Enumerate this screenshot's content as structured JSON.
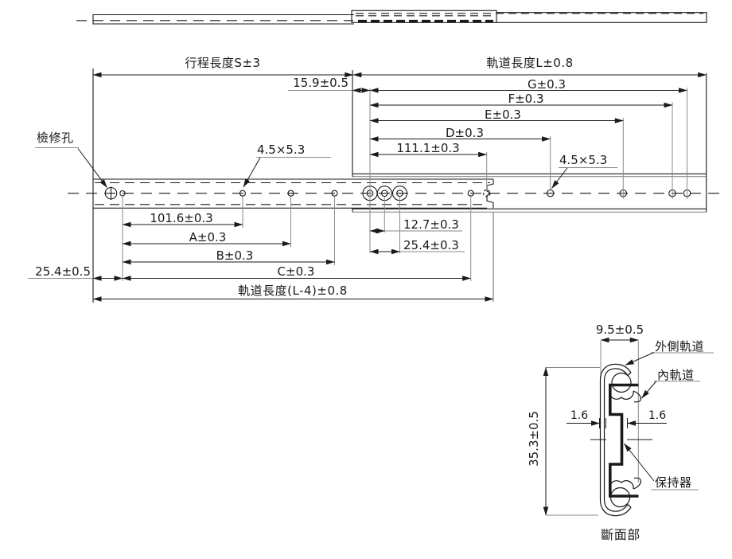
{
  "drawing": {
    "top_dims": {
      "stroke_length": "行程長度S±3",
      "rail_length": "軌道長度L±0.8",
      "end_offset": "15.9±0.5"
    },
    "right_dims": {
      "g": "G±0.3",
      "f": "F±0.3",
      "e": "E±0.3",
      "d": "D±0.3",
      "d111": "111.1±0.3",
      "hole_slot": "4.5×5.3",
      "pitch_127": "12.7±0.3",
      "pitch_254": "25.4±0.3"
    },
    "left_dims": {
      "inspection_hole": "檢修孔",
      "hole_slot": "4.5×5.3",
      "pitch_1016": "101.6±0.3",
      "a": "A±0.3",
      "b": "B±0.3",
      "c": "C±0.3",
      "outer_rail_length": "軌道長度(L-4)±0.8",
      "end_254": "25.4±0.5"
    },
    "section": {
      "width": "9.5±0.5",
      "height": "35.3±0.5",
      "thickness_left": "1.6",
      "thickness_right": "1.6",
      "outer_rail": "外側軌道",
      "inner_rail": "內軌道",
      "retainer": "保持器",
      "title": "斷面部"
    },
    "colors": {
      "line": "#1a1a1a",
      "extension": "#8a8a8a",
      "background": "#ffffff"
    }
  }
}
